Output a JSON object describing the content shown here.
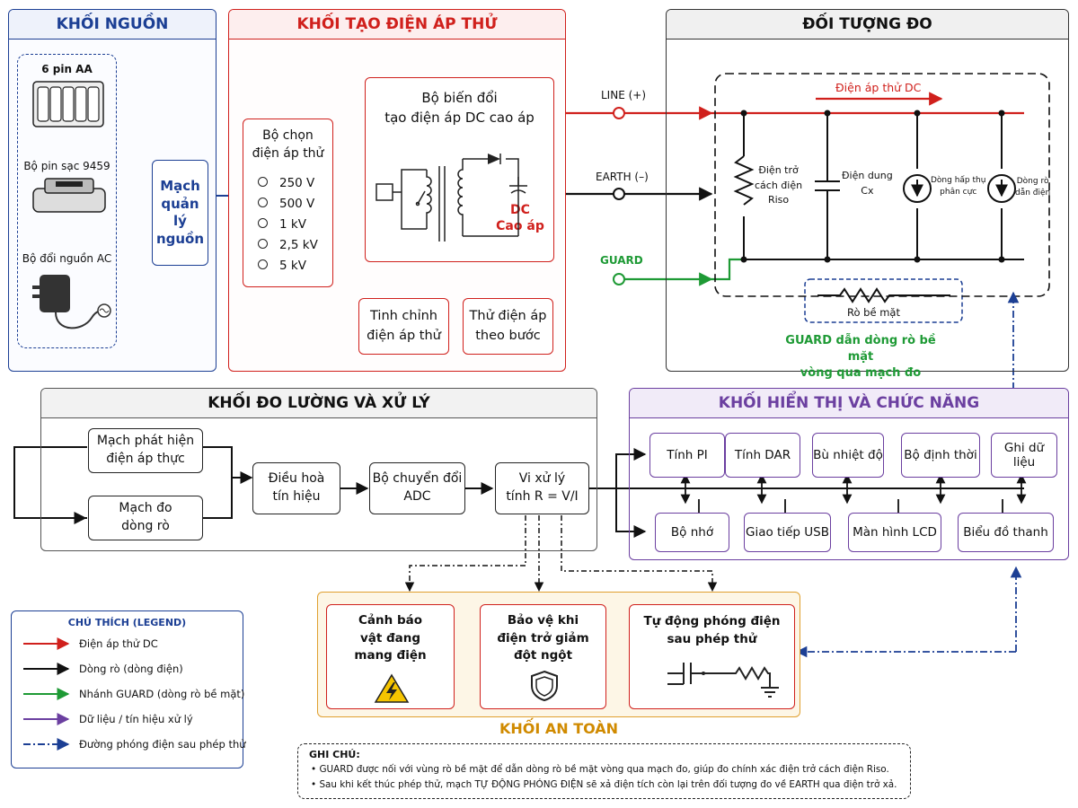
{
  "colors": {
    "dc_test": "#d0201c",
    "leakage": "#111111",
    "guard": "#1e9a35",
    "data": "#6b3fa0",
    "discharge": "#1c3f94",
    "power_title": "#1c3f94",
    "test_title": "#d0201c",
    "safety": "#e0a030",
    "safety_title": "#d08a00"
  },
  "power": {
    "title": "KHỐI NGUỒN",
    "aa": "6 pin AA",
    "pack": "Bộ pin sạc 9459",
    "ac": "Bộ đổi nguồn AC",
    "mgmt": "Mạch\nquản lý\nnguồn"
  },
  "testgen": {
    "title": "KHỐI TẠO ĐIỆN ÁP THỬ",
    "selector_title": "Bộ chọn\nđiện áp thử",
    "options": [
      "250 V",
      "500 V",
      "1 kV",
      "2,5 kV",
      "5 kV"
    ],
    "converter_title": "Bộ biến đổi\ntạo điện áp DC cao áp",
    "dc": "DC\nCao áp",
    "adjust": "Tinh chỉnh\nđiện áp thử",
    "step": "Thử điện áp\ntheo bước"
  },
  "wires": {
    "line": "LINE (+)",
    "earth": "EARTH (–)",
    "guard": "GUARD"
  },
  "object": {
    "title": "ĐỐI TƯỢNG ĐO",
    "dc_arrow": "Điện áp thử DC",
    "riso": "Điện trở\ncách điện\nRiso",
    "cx": "Điện dung\nCx",
    "absorb": "Dòng hấp thụ\nphân cực",
    "leak": "Dòng rò\ndẫn điện",
    "surface": "Rò bề mặt",
    "guard_note": "GUARD dẫn dòng rò bề mặt\nvòng qua mạch đo"
  },
  "measure": {
    "title": "KHỐI ĐO LƯỜNG VÀ XỬ LÝ",
    "detect": "Mạch phát hiện\nđiện áp thực",
    "current": "Mạch đo\ndòng rò",
    "cond": "Điều hoà\ntín hiệu",
    "adc": "Bộ chuyển đổi\nADC",
    "cpu": "Vi xử lý\ntính R = V/I"
  },
  "display": {
    "title": "KHỐI HIỂN THỊ VÀ CHỨC NĂNG",
    "top": [
      "Tính PI",
      "Tính DAR",
      "Bù nhiệt độ",
      "Bộ định thời",
      "Ghi dữ liệu"
    ],
    "bottom": [
      "Bộ nhớ",
      "Giao tiếp USB",
      "Màn hình LCD",
      "Biểu đồ thanh"
    ]
  },
  "safety": {
    "title": "KHỐI AN TOÀN",
    "warn": "Cảnh báo\nvật đang\nmang điện",
    "protect": "Bảo vệ khi\nđiện trở giảm\nđột ngột",
    "discharge": "Tự động phóng điện\nsau phép thử"
  },
  "legend": {
    "title": "CHÚ THÍCH (LEGEND)",
    "items": [
      {
        "label": "Điện áp thử DC",
        "color": "#d0201c",
        "style": "solid"
      },
      {
        "label": "Dòng rò (dòng điện)",
        "color": "#111111",
        "style": "solid"
      },
      {
        "label": "Nhánh GUARD (dòng rò bề mặt)",
        "color": "#1e9a35",
        "style": "solid"
      },
      {
        "label": "Dữ liệu / tín hiệu xử lý",
        "color": "#6b3fa0",
        "style": "solid"
      },
      {
        "label": "Đường phóng điện sau phép thử",
        "color": "#1c3f94",
        "style": "dashdot"
      }
    ]
  },
  "notes": {
    "title": "GHI CHÚ:",
    "items": [
      "GUARD được nối với vùng rò bề mặt để dẫn dòng rò bề mặt vòng qua mạch đo, giúp đo chính xác điện trở cách điện Riso.",
      "Sau khi kết thúc phép thử, mạch TỰ ĐỘNG PHÓNG ĐIỆN sẽ xả điện tích còn lại trên đối tượng đo về EARTH qua điện trở xả."
    ]
  }
}
